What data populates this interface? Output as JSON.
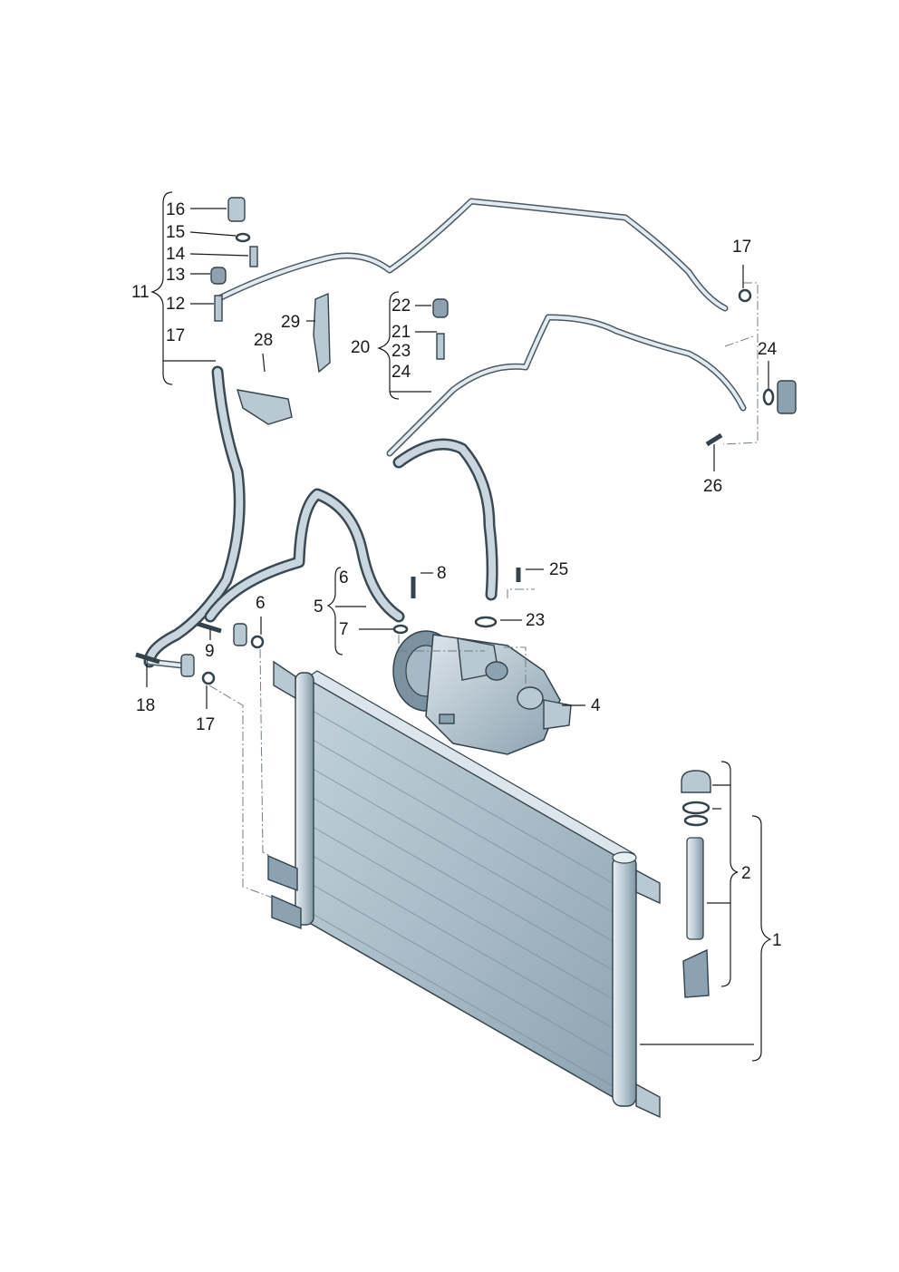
{
  "callouts": {
    "c16": "16",
    "c15": "15",
    "c14": "14",
    "c13": "13",
    "c12": "12",
    "c17a": "17",
    "c11": "11",
    "c29": "29",
    "c28": "28",
    "c22": "22",
    "c21": "21",
    "c20": "20",
    "c23a": "23",
    "c24a": "24",
    "c17b": "17",
    "c24b": "24",
    "c26": "26",
    "c6a": "6",
    "c8": "8",
    "c25": "25",
    "c5": "5",
    "c7": "7",
    "c23b": "23",
    "c6b": "6",
    "c9": "9",
    "c18": "18",
    "c17c": "17",
    "c4": "4",
    "c2": "2",
    "c1": "1"
  },
  "colors": {
    "hose": "#3a4a55",
    "metal": "#b9c9d3",
    "condenser": "#9fb3c0",
    "line": "#1a1a1a"
  }
}
